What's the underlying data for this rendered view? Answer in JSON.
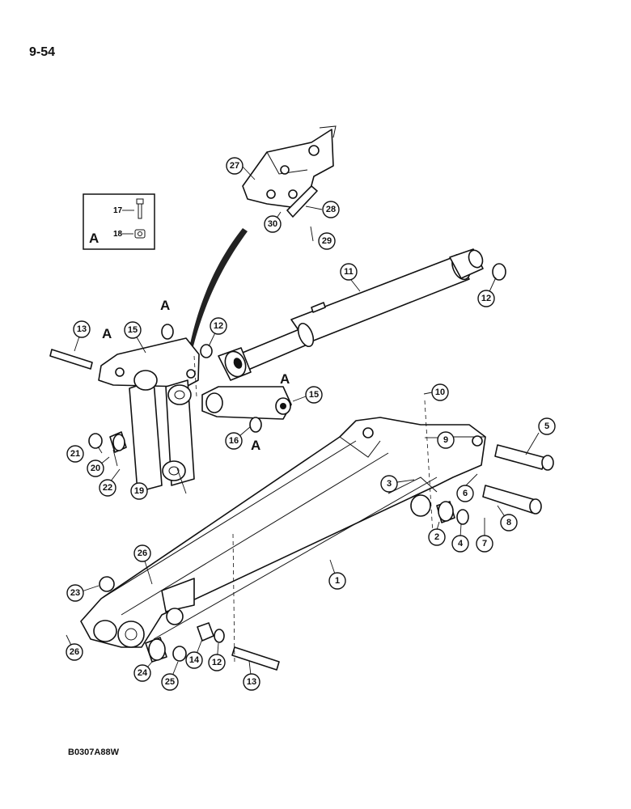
{
  "page": {
    "page_number": "9-54",
    "figure_code": "B0307A88W"
  },
  "detail_box": {
    "letter": "A",
    "items": [
      "17",
      "18"
    ]
  },
  "detail_markers": [
    "A",
    "A",
    "A",
    "A"
  ],
  "callouts": [
    "1",
    "2",
    "3",
    "4",
    "5",
    "6",
    "7",
    "8",
    "9",
    "10",
    "11",
    "12",
    "12",
    "12",
    "12",
    "13",
    "13",
    "14",
    "15",
    "15",
    "16",
    "17",
    "18",
    "19",
    "20",
    "21",
    "22",
    "23",
    "24",
    "25",
    "26",
    "26",
    "27",
    "28",
    "29",
    "30"
  ]
}
